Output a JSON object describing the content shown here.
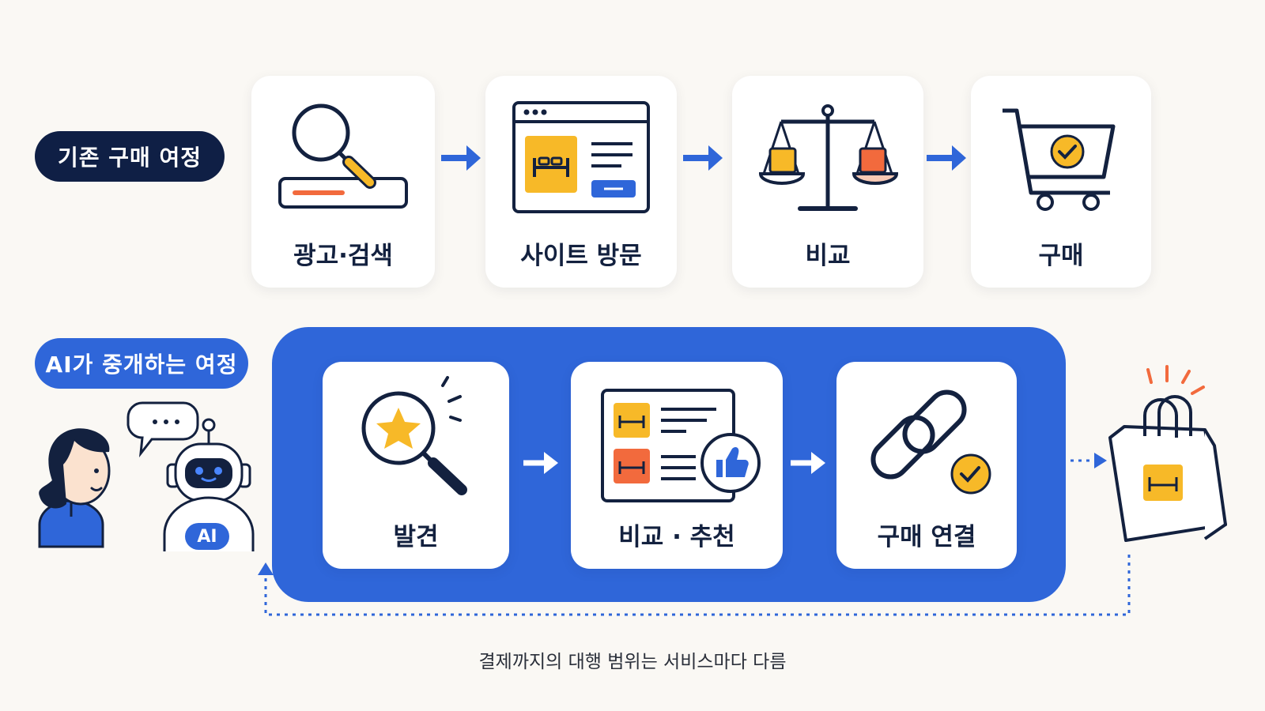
{
  "legacy": {
    "label": "기존 구매 여정",
    "steps": [
      {
        "label": "광고·검색",
        "icon": "magnifier-search-bar-icon"
      },
      {
        "label": "사이트 방문",
        "icon": "browser-window-icon"
      },
      {
        "label": "비교",
        "icon": "balance-scale-icon"
      },
      {
        "label": "구매",
        "icon": "shopping-cart-check-icon"
      }
    ]
  },
  "ai": {
    "label": "AI가 중개하는 여정",
    "badge": "AI",
    "steps": [
      {
        "label": "발견",
        "icon": "magnifier-star-icon"
      },
      {
        "label": "비교 · 추천",
        "icon": "product-list-thumbs-up-icon"
      },
      {
        "label": "구매 연결",
        "icon": "chain-link-check-icon"
      }
    ]
  },
  "note": "결제까지의 대행 범위는 서비스마다 다름",
  "colors": {
    "navy": "#0f1f45",
    "blue": "#2f66d9",
    "yellow": "#f7b928",
    "orange": "#f26a3d",
    "background": "#faf8f4"
  }
}
